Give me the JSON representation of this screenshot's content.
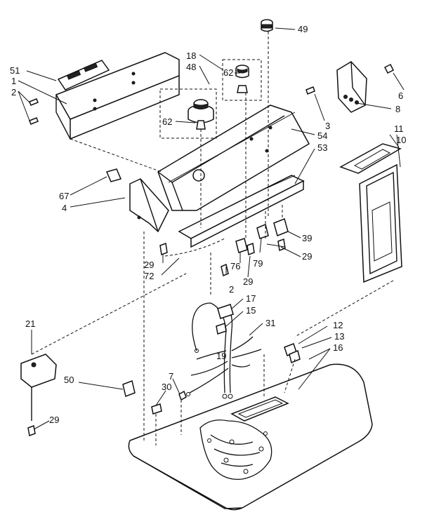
{
  "diagram": {
    "callouts": {
      "c49": "49",
      "c18": "18",
      "c48": "48",
      "c62a": "62",
      "c62b": "62",
      "c51": "51",
      "c1": "1",
      "c2a": "2",
      "c3": "3",
      "c54": "54",
      "c53": "53",
      "c6": "6",
      "c8": "8",
      "c11": "11",
      "c10": "10",
      "c67": "67",
      "c4": "4",
      "c39": "39",
      "c29a": "29",
      "c29b": "29",
      "c29c": "29",
      "c29d": "29",
      "c72": "72",
      "c76": "76",
      "c79": "79",
      "c2b": "2",
      "c17": "17",
      "c15": "15",
      "c31": "31",
      "c12": "12",
      "c13": "13",
      "c16": "16",
      "c19": "19",
      "c21": "21",
      "c50": "50",
      "c7": "7",
      "c30": "30"
    }
  }
}
